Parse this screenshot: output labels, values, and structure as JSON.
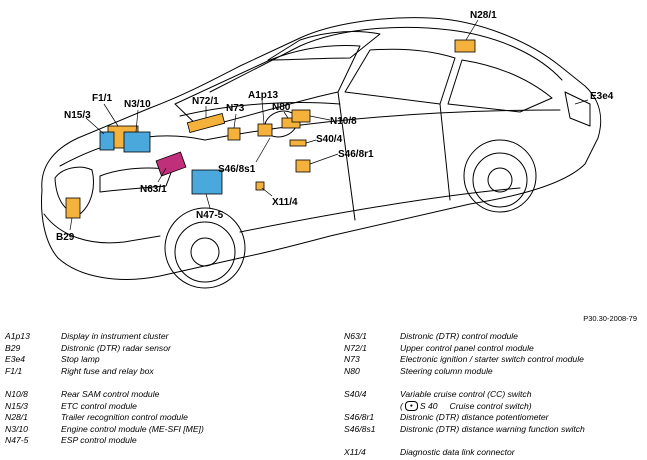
{
  "diagram": {
    "callouts": {
      "n28_1": "N28/1",
      "e3e4": "E3e4",
      "f1_1": "F1/1",
      "n15_3": "N15/3",
      "n3_10": "N3/10",
      "n72_1": "N72/1",
      "n73": "N73",
      "a1p13": "A1p13",
      "n80": "N80",
      "n10_8": "N10/8",
      "s40_4": "S40/4",
      "s46_8r1": "S46/8r1",
      "s46_8s1": "S46/8s1",
      "n63_1": "N63/1",
      "x11_4": "X11/4",
      "n47_5": "N47-5",
      "b29": "B29"
    },
    "component_colors": {
      "yellow_module": "#f4b13c",
      "cyan_module": "#4aa8dc",
      "magenta_module": "#c0307a",
      "outline": "#000000"
    },
    "reference": "P30.30-2008-79"
  },
  "legend_left": [
    {
      "code": "A1p13",
      "desc": "Display in instrument cluster"
    },
    {
      "code": "B29",
      "desc": "Distronic (DTR) radar sensor"
    },
    {
      "code": "E3e4",
      "desc": "Stop lamp"
    },
    {
      "code": "F1/1",
      "desc": "Right fuse and relay box"
    },
    {
      "code": "N10/8",
      "desc": "Rear SAM control module"
    },
    {
      "code": "N15/3",
      "desc": "ETC control module"
    },
    {
      "code": "N28/1",
      "desc": "Trailer recognition control module"
    },
    {
      "code": "N3/10",
      "desc": "Engine control module (ME-SFI [ME])"
    },
    {
      "code": "N47-5",
      "desc": "ESP control module"
    }
  ],
  "legend_right": [
    {
      "code": "N63/1",
      "desc": "Distronic (DTR) control module"
    },
    {
      "code": "N72/1",
      "desc": "Upper control panel control module"
    },
    {
      "code": "N73",
      "desc": "Electronic ignition / starter switch control module"
    },
    {
      "code": "N80",
      "desc": "Steering column module"
    },
    {
      "code": "S40/4",
      "desc": "Variable cruise control (CC) switch"
    },
    {
      "code": "",
      "sub_prefix": "(",
      "sub_code": "S 40",
      "sub_desc": "Cruise control switch)"
    },
    {
      "code": "S46/8r1",
      "desc": "Distronic (DTR) distance potentiometer"
    },
    {
      "code": "S46/8s1",
      "desc": "Distronic (DTR) distance warning function switch"
    },
    {
      "code": "X11/4",
      "desc": "Diagnostic data link connector"
    }
  ]
}
